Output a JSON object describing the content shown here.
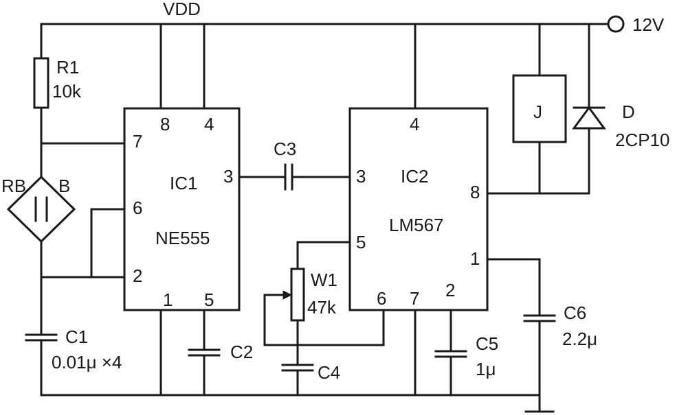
{
  "labels": {
    "vdd": "VDD",
    "supply": "12V",
    "r1_name": "R1",
    "r1_value": "10k",
    "ic1_name": "IC1",
    "ic1_part": "NE555",
    "ic2_name": "IC2",
    "ic2_part": "LM567",
    "c3": "C3",
    "rb": "RB",
    "b": "B",
    "relay": "J",
    "diode_name": "D",
    "diode_part": "2CP10",
    "w1_name": "W1",
    "w1_value": "47k",
    "c1_name": "C1",
    "c1_value": "0.01μ ×4",
    "c2": "C2",
    "c4": "C4",
    "c5_name": "C5",
    "c5_value": "1μ",
    "c6_name": "C6",
    "c6_value": "2.2μ"
  },
  "ic1_pins": {
    "p8": "8",
    "p4": "4",
    "p7": "7",
    "p3": "3",
    "p6": "6",
    "p2": "2",
    "p1": "1",
    "p5": "5"
  },
  "ic2_pins": {
    "p4": "4",
    "p3": "3",
    "p8": "8",
    "p5": "5",
    "p1": "1",
    "p6": "6",
    "p7": "7",
    "p2": "2"
  }
}
